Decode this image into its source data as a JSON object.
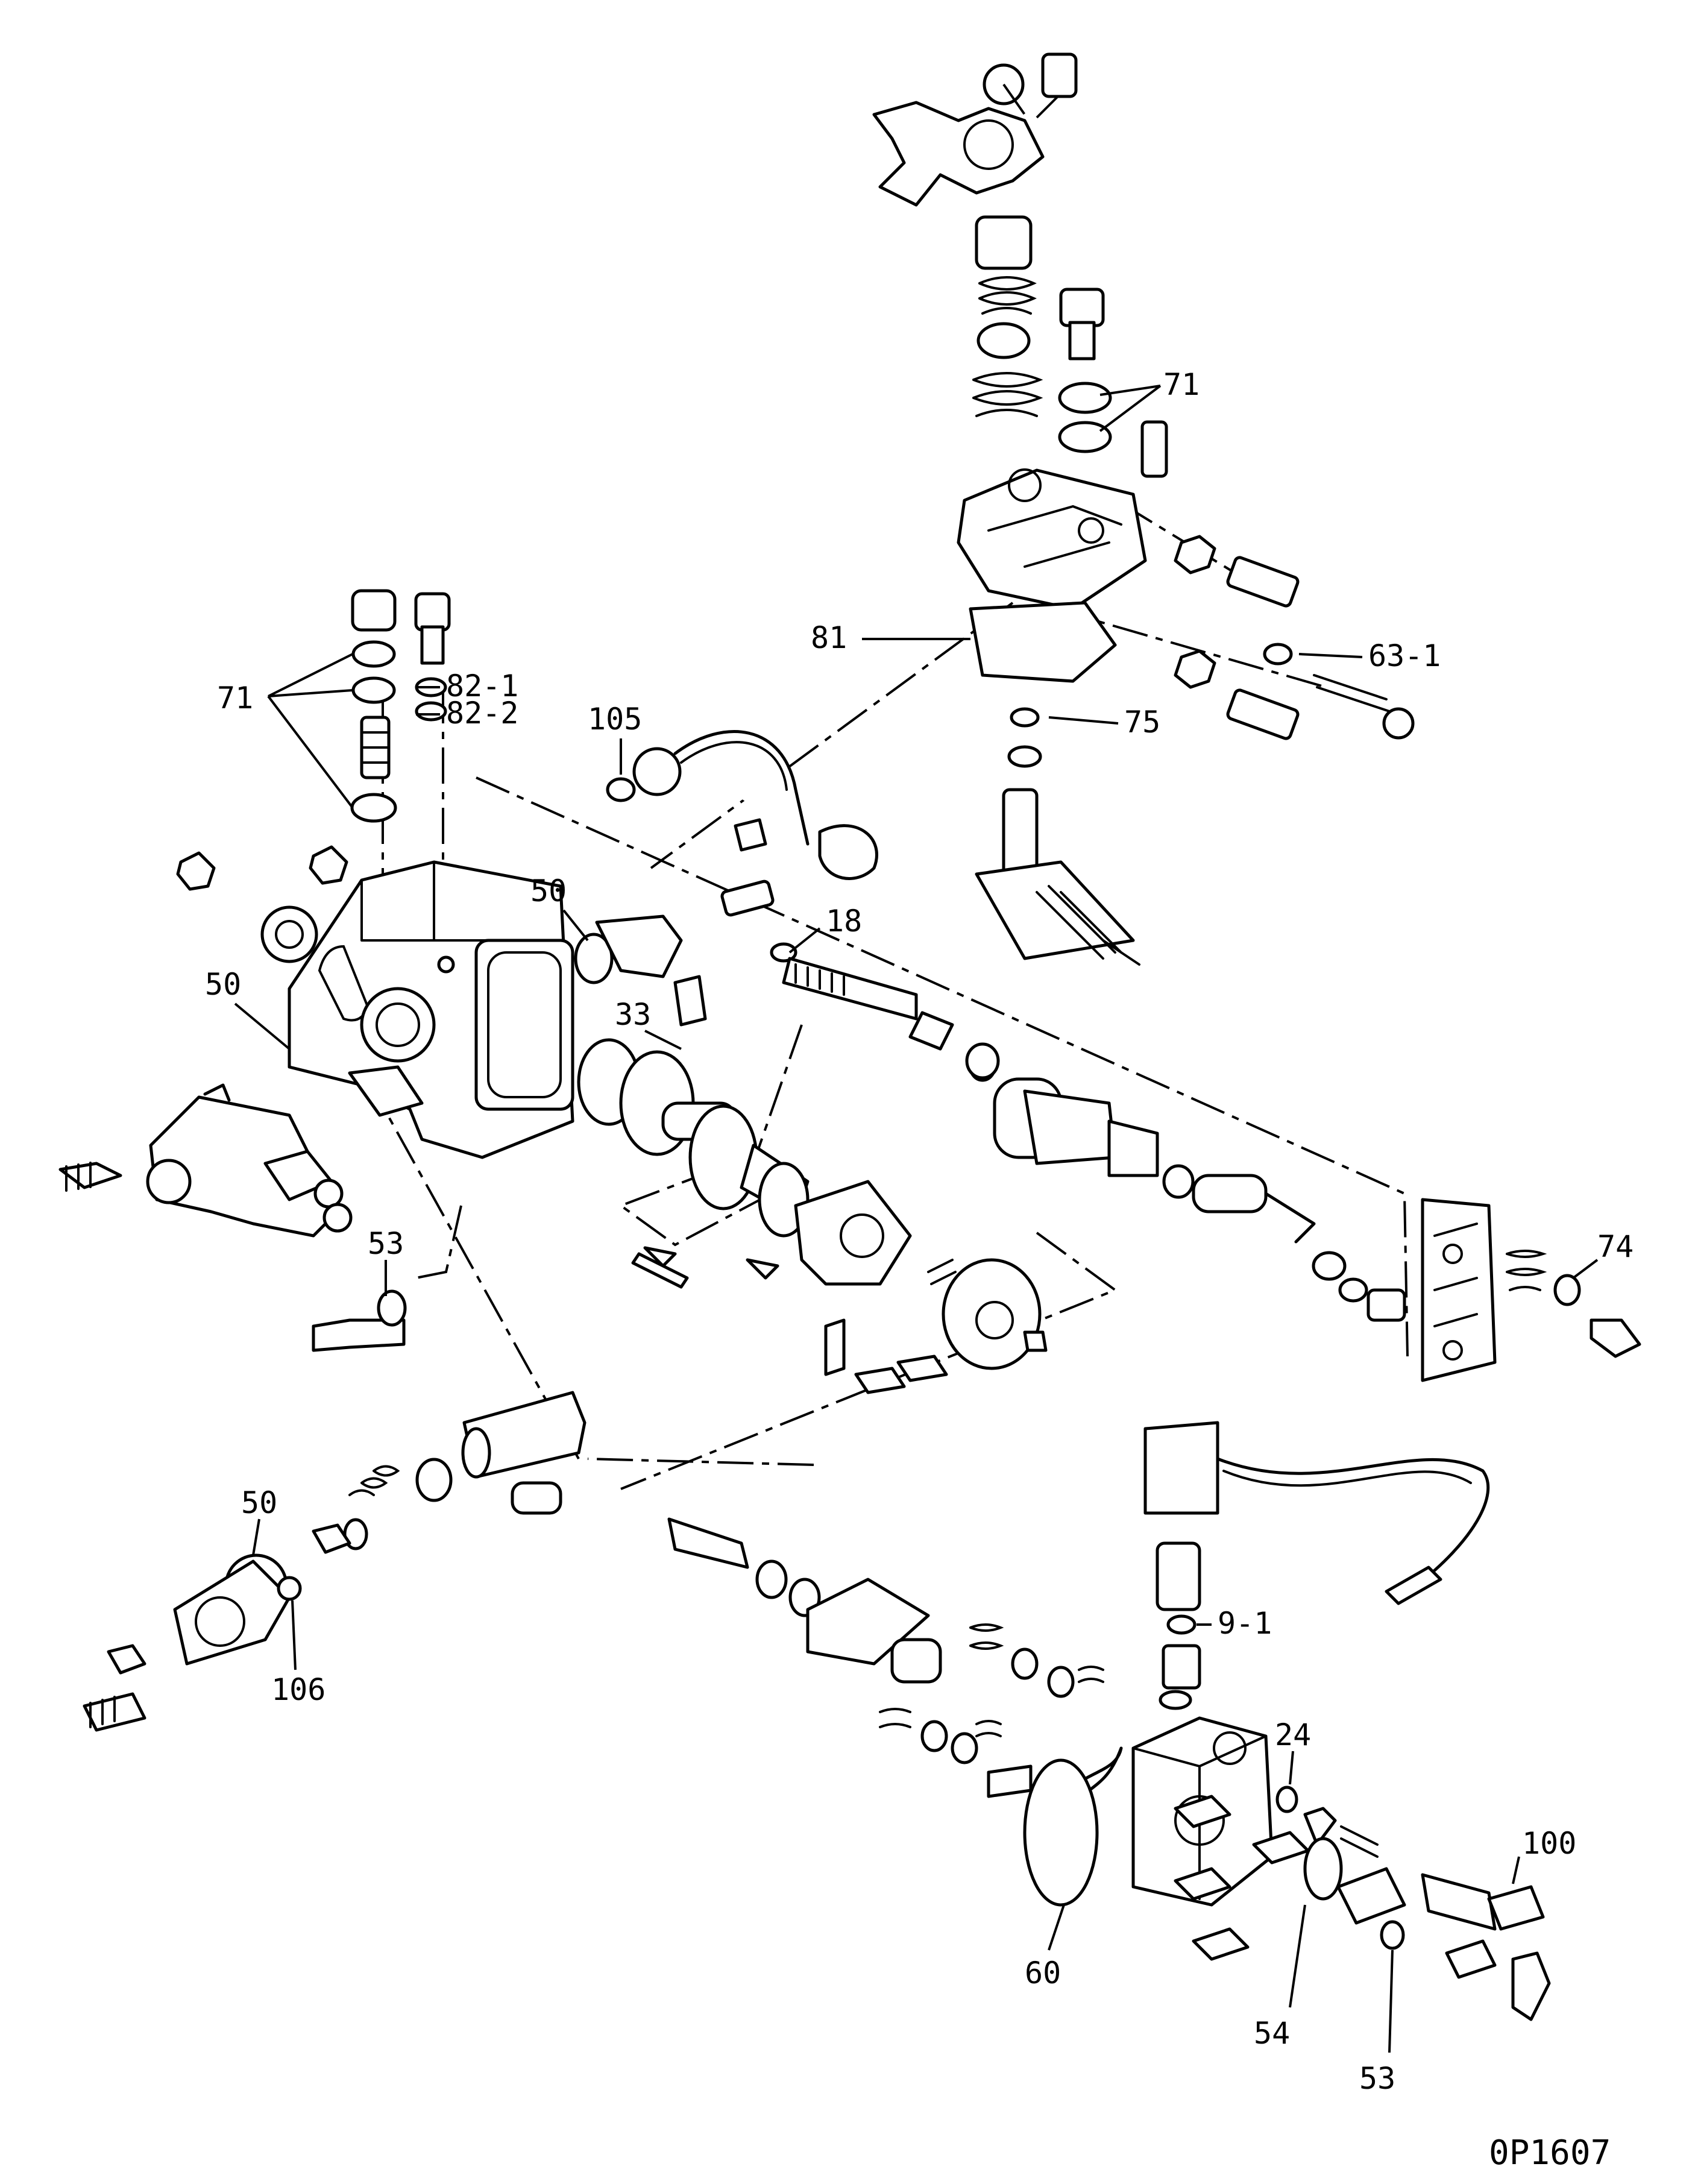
{
  "diagram": {
    "drawing_code": "0P1607",
    "callouts": [
      "71",
      "71",
      "81",
      "63-1",
      "75",
      "71",
      "82-1",
      "82-2",
      "105",
      "50",
      "18",
      "50",
      "33",
      "74",
      "53",
      "50",
      "106",
      "9-1",
      "24",
      "100",
      "60",
      "54",
      "53"
    ]
  }
}
